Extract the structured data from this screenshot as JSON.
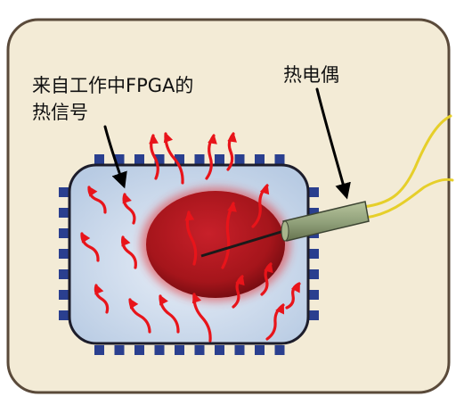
{
  "labels": {
    "heat_source_line1": "来自工作中FPGA的",
    "heat_source_line2": "热信号",
    "thermocouple": "热电偶"
  },
  "colors": {
    "background": "#f3ebd6",
    "border": "#5a4a3a",
    "chip_body": "#c7d6ea",
    "chip_outline": "#1d1d2b",
    "pins": "#2a3f8f",
    "hot_spot": "#a5151b",
    "heat_arrows": "#e8141a",
    "probe": "#8f9f79",
    "wires": "#e6cf2a",
    "callout_arrows": "#000000"
  },
  "icons": {
    "chip": "fpga-chip-icon",
    "probe": "thermocouple-probe-icon"
  }
}
